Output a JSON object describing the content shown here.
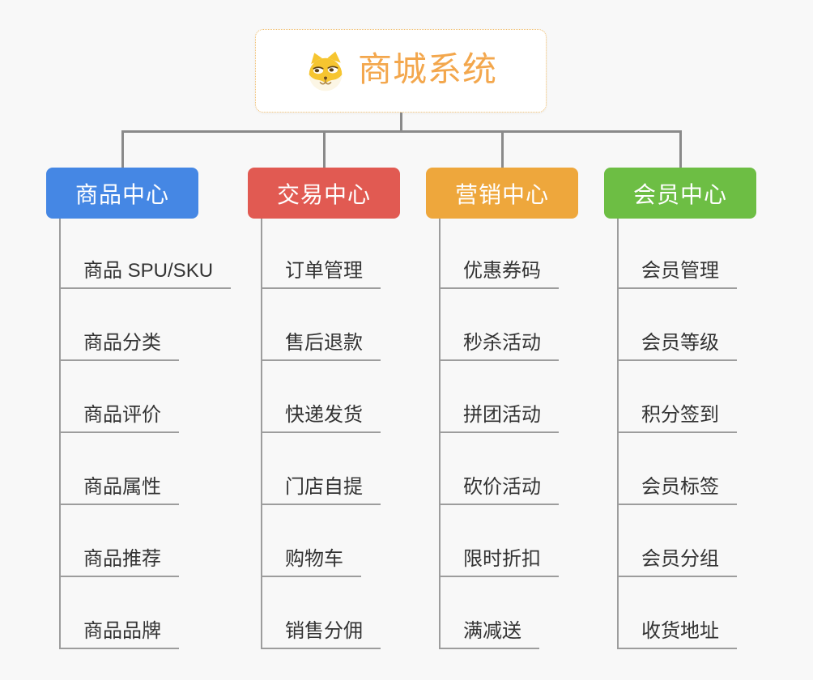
{
  "root": {
    "title": "商城系统",
    "icon": "shiba-dog-icon"
  },
  "branches": [
    {
      "label": "商品中心",
      "color": "#4587e4",
      "items": [
        "商品 SPU/SKU",
        "商品分类",
        "商品评价",
        "商品属性",
        "商品推荐",
        "商品品牌"
      ]
    },
    {
      "label": "交易中心",
      "color": "#e15a52",
      "items": [
        "订单管理",
        "售后退款",
        "快递发货",
        "门店自提",
        "购物车",
        "销售分佣"
      ]
    },
    {
      "label": "营销中心",
      "color": "#eea73c",
      "items": [
        "优惠券码",
        "秒杀活动",
        "拼团活动",
        "砍价活动",
        "限时折扣",
        "满减送"
      ]
    },
    {
      "label": "会员中心",
      "color": "#6dbe44",
      "items": [
        "会员管理",
        "会员等级",
        "积分签到",
        "会员标签",
        "会员分组",
        "收货地址"
      ]
    }
  ],
  "colors": {
    "background": "#f8f8f8",
    "root_border": "#f0bc6a",
    "root_title": "#f3a74d",
    "connector_main": "#8a8a8a",
    "connector_sub": "#9d9d9d",
    "item_text": "#333333",
    "dog_yellow": "#f6c530",
    "dog_cream": "#fcf6e5",
    "dog_brown": "#6b4a23"
  }
}
